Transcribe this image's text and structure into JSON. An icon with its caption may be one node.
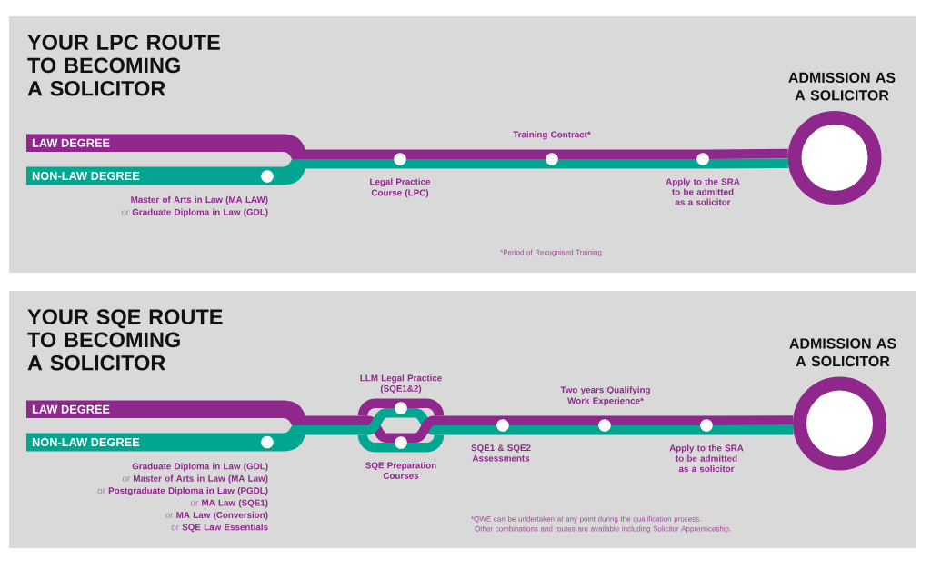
{
  "diagram": {
    "nodes": [
      {
        "text": [
          "YOUR LPC ROUTE TO BECOMING A SOLICITOR"
        ]
      },
      {
        "text": [
          "LAW DEGREE"
        ],
        "in": 0
      },
      {
        "text": [
          "NON-LAW DEGREE"
        ],
        "in": 0
      },
      {
        "text": [
          "**Master of Arts in Law (MA LAW)** or **Graduate Diploma in Law (GDL)**"
        ],
        "in": 2
      },
      {
        "text": [
          "Legal Practice Course (LPC)"
        ],
        "in": 0
      },
      {
        "text": [
          "Training Contract*"
        ],
        "in": 0
      },
      {
        "text": [
          "Apply to the SRA to be admitted as a solicitor"
        ],
        "in": 0
      },
      {
        "text": [
          "ADMISSION AS A SOLICITOR"
        ],
        "in": 0
      },
      {
        "text": [
          "YOUR SQE ROUTE TO BECOMING A SOLICITOR"
        ]
      },
      {
        "text": [
          "LAW DEGREE"
        ],
        "in": 8
      },
      {
        "text": [
          "NON-LAW DEGREE"
        ],
        "in": 8
      },
      {
        "text": [
          "**Graduate Diploma in Law (GDL)** or **Master of Arts in Law (MA Law)** or **Postgraduate Diploma in Law (PGDL)** or **MA Law (SQE1)** or **MA Law (Conversion)** or **SQE Law Essentials**"
        ],
        "in": 10
      },
      {
        "text": [
          "LLM Legal Practice (SQE1&2)"
        ],
        "in": 8
      },
      {
        "text": [
          "SQE Preparation Courses"
        ],
        "in": 8
      },
      {
        "text": [
          "SQE1 & SQE2 Assessments"
        ],
        "in": 8
      },
      {
        "text": [
          "Two years Qualifying Work Experience*"
        ],
        "in": 8
      },
      {
        "text": [
          "Apply to the SRA to be admitted as a solicitor"
        ],
        "in": 8
      },
      {
        "text": [
          "ADMISSION AS A SOLICITOR"
        ],
        "in": 8
      }
    ],
    "edges": [
      {
        "from": 1,
        "to": 4,
        "arrow": "none"
      },
      {
        "from": 2,
        "to": 4,
        "arrow": "none",
        "color": "#00a68f"
      },
      {
        "from": 4,
        "to": 5,
        "arrow": "none"
      },
      {
        "from": 4,
        "to": 5,
        "arrow": "none",
        "color": "#00a68f"
      },
      {
        "from": 5,
        "to": 6,
        "arrow": "none"
      },
      {
        "from": 5,
        "to": 6,
        "arrow": "none",
        "color": "#00a68f"
      },
      {
        "from": 6,
        "to": 7,
        "arrow": "none"
      },
      {
        "from": 6,
        "to": 7,
        "arrow": "none",
        "color": "#00a68f"
      },
      {
        "from": 9,
        "to": 12,
        "arrow": "none"
      },
      {
        "from": 9,
        "to": 13,
        "arrow": "none"
      },
      {
        "from": 10,
        "to": 12,
        "arrow": "none",
        "color": "#00a68f"
      },
      {
        "from": 10,
        "to": 13,
        "arrow": "none",
        "color": "#00a68f"
      },
      {
        "from": 12,
        "to": 14,
        "arrow": "none"
      },
      {
        "from": 12,
        "to": 14,
        "arrow": "none",
        "color": "#00a68f"
      },
      {
        "from": 13,
        "to": 14,
        "arrow": "none"
      },
      {
        "from": 13,
        "to": 14,
        "arrow": "none",
        "color": "#00a68f"
      },
      {
        "from": 14,
        "to": 15,
        "arrow": "none"
      },
      {
        "from": 14,
        "to": 15,
        "arrow": "none",
        "color": "#00a68f"
      },
      {
        "from": 15,
        "to": 16,
        "arrow": "none"
      },
      {
        "from": 15,
        "to": 16,
        "arrow": "none",
        "color": "#00a68f"
      },
      {
        "from": 16,
        "to": 17,
        "arrow": "none"
      },
      {
        "from": 16,
        "to": 17,
        "arrow": "none",
        "color": "#00a68f"
      }
    ],
    "labels": [
      "*Period of Recognised Training",
      "*QWE can be undertaken at any point during the qualification process. Other combinations and routes are available including Solicitor Apprenticeship."
    ]
  }
}
